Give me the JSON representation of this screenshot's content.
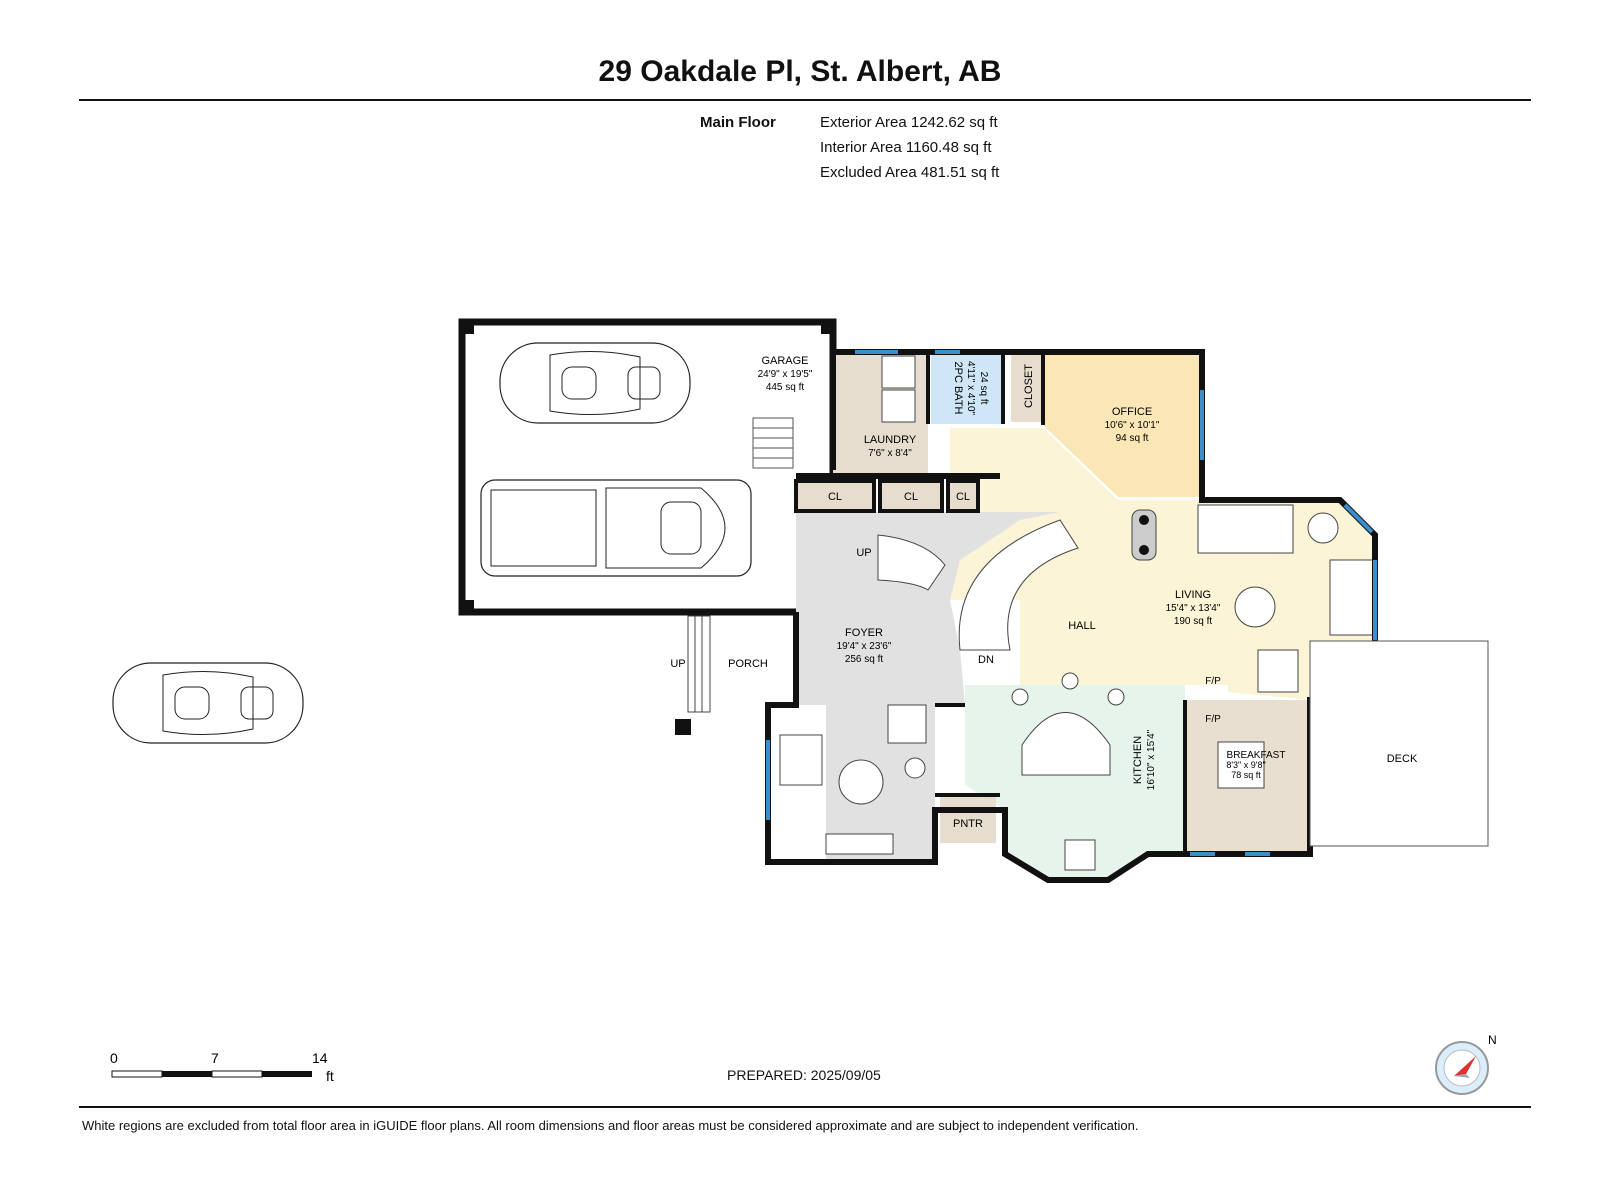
{
  "header": {
    "title": "29 Oakdale Pl, St. Albert, AB",
    "floor_label": "Main Floor",
    "exterior_area": "Exterior Area 1242.62 sq ft",
    "interior_area": "Interior Area 1160.48 sq ft",
    "excluded_area": "Excluded Area 481.51 sq ft"
  },
  "rooms": {
    "garage": {
      "name": "GARAGE",
      "dims": "24'9\" x 19'5\"",
      "area": "445 sq ft"
    },
    "laundry": {
      "name": "LAUNDRY",
      "dims": "7'6\" x 8'4\""
    },
    "bath": {
      "name": "2PC BATH",
      "dims": "4'11\" x 4'10\"",
      "area": "24 sq ft"
    },
    "closet": {
      "name": "CLOSET"
    },
    "office": {
      "name": "OFFICE",
      "dims": "10'6\" x 10'1\"",
      "area": "94 sq ft"
    },
    "living": {
      "name": "LIVING",
      "dims": "15'4\" x 13'4\"",
      "area": "190 sq ft"
    },
    "hall": {
      "name": "HALL"
    },
    "foyer": {
      "name": "FOYER",
      "dims": "19'4\" x 23'6\"",
      "area": "256 sq ft"
    },
    "kitchen": {
      "name": "KITCHEN",
      "dims": "16'10\" x 15'4\""
    },
    "breakfast": {
      "name": "BREAKFAST",
      "dims": "8'3\" x 9'8\"",
      "area": "78 sq ft"
    },
    "pantry": {
      "name": "PNTR"
    },
    "porch": {
      "name": "PORCH"
    },
    "deck": {
      "name": "DECK"
    },
    "cl": "CL",
    "up": "UP",
    "dn": "DN",
    "fp": "F/P"
  },
  "scale": {
    "ticks": [
      "0",
      "7",
      "14"
    ],
    "unit": "ft"
  },
  "compass": {
    "label": "N"
  },
  "prepared": "PREPARED: 2025/09/05",
  "footer": "White regions are excluded from total floor area in iGUIDE floor plans. All room dimensions and floor areas must be considered approximate and are subject to independent verification.",
  "colors": {
    "laundry": "#e7ddcf",
    "bath": "#cfe6f7",
    "office": "#fbe6b6",
    "hall": "#fbf4d6",
    "living": "#fbf4d6",
    "foyer": "#e1e1e1",
    "kitchen": "#e6f4ec",
    "breakfast": "#e9dfd0",
    "pantry": "#e7ddcf",
    "closet": "#e7ddcf",
    "window": "#3a8fd1",
    "wall": "#111111"
  }
}
